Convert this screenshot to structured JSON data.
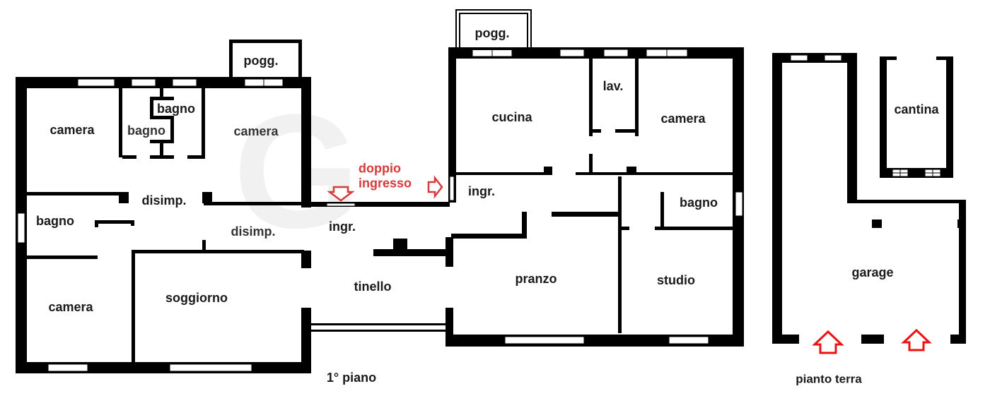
{
  "rooms": {
    "pogg_left": "pogg.",
    "pogg_right": "pogg.",
    "camera_top_left": "camera",
    "bagno_top": "bagno",
    "bagno_mid": "bagno",
    "camera_top_mid": "camera",
    "disimp_1": "disimp.",
    "bagno_left": "bagno",
    "disimp_2": "disimp.",
    "camera_bottom_left": "camera",
    "soggiorno": "soggiorno",
    "ingr_1": "ingr.",
    "tinello": "tinello",
    "doppio_ingresso_line1": "doppio",
    "doppio_ingresso_line2": "ingresso",
    "cucina": "cucina",
    "lav": "lav.",
    "camera_right": "camera",
    "ingr_2": "ingr.",
    "bagno_right": "bagno",
    "pranzo": "pranzo",
    "studio": "studio",
    "cantina": "cantina",
    "garage": "garage"
  },
  "floors": {
    "primo": "1° piano",
    "terra": "pianto terra"
  },
  "colors": {
    "wall": "#000000",
    "accent": "#d63a3a",
    "window": "#ffffff"
  }
}
